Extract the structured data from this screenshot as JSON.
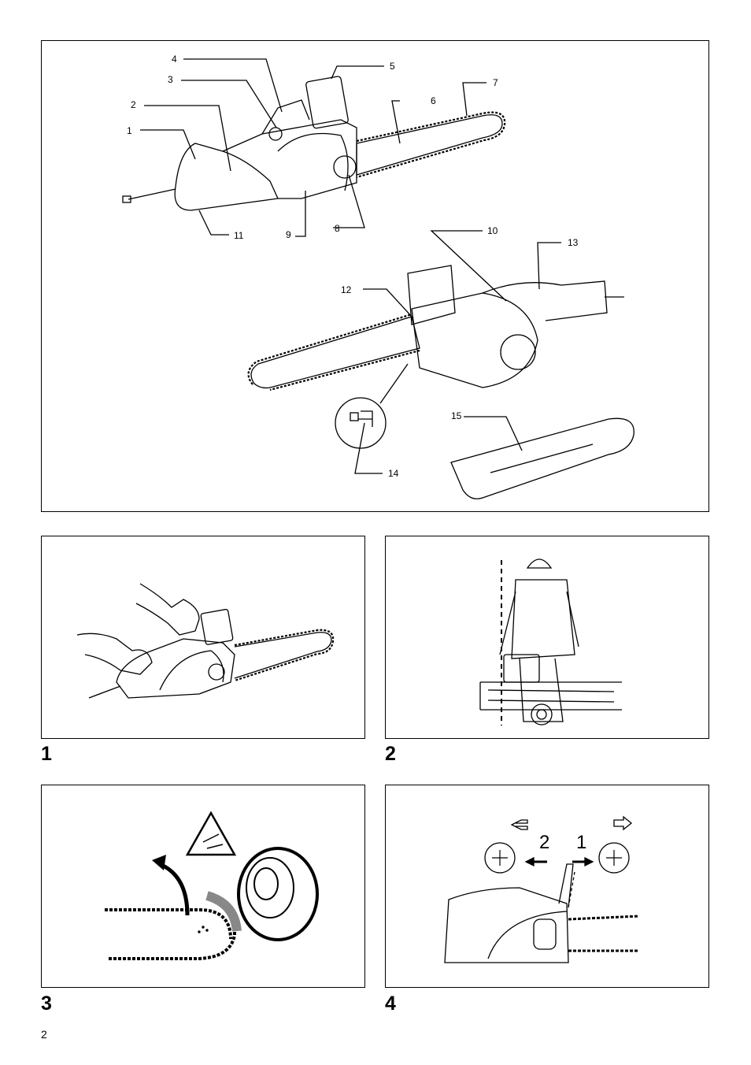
{
  "main_figure": {
    "callouts": [
      "1",
      "2",
      "3",
      "4",
      "5",
      "6",
      "7",
      "8",
      "9",
      "10",
      "11",
      "12",
      "13",
      "14",
      "15"
    ]
  },
  "figures": [
    {
      "number": "1"
    },
    {
      "number": "2"
    },
    {
      "number": "3"
    },
    {
      "number": "4",
      "labels": [
        "2",
        "1"
      ]
    }
  ],
  "page_number": "2"
}
